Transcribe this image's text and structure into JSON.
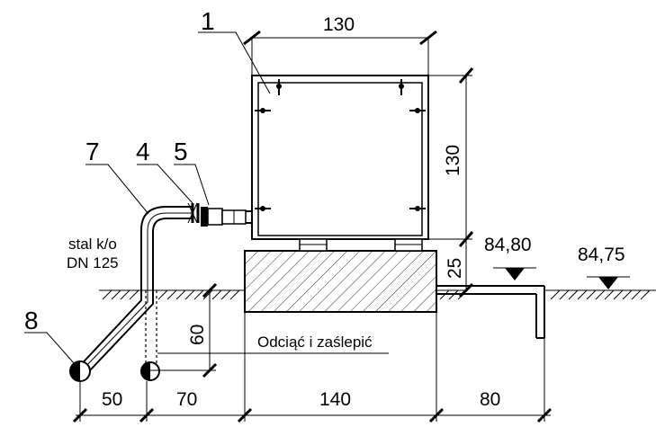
{
  "labels": {
    "item_1": "1",
    "item_4": "4",
    "item_5": "5",
    "item_7": "7",
    "item_8": "8"
  },
  "dimensions": {
    "top_width": "130",
    "right_height": "130",
    "foundation_height": "25",
    "pipe_depth": "60",
    "bottom_50": "50",
    "bottom_70": "70",
    "bottom_140": "140",
    "bottom_80": "80"
  },
  "elevations": {
    "level_a": "84,80",
    "level_b": "84,75"
  },
  "notes": {
    "pipe_material_line1": "stal k/o",
    "pipe_material_line2": "DN 125",
    "cut_off_note": "Odciąć i zaślepić"
  }
}
